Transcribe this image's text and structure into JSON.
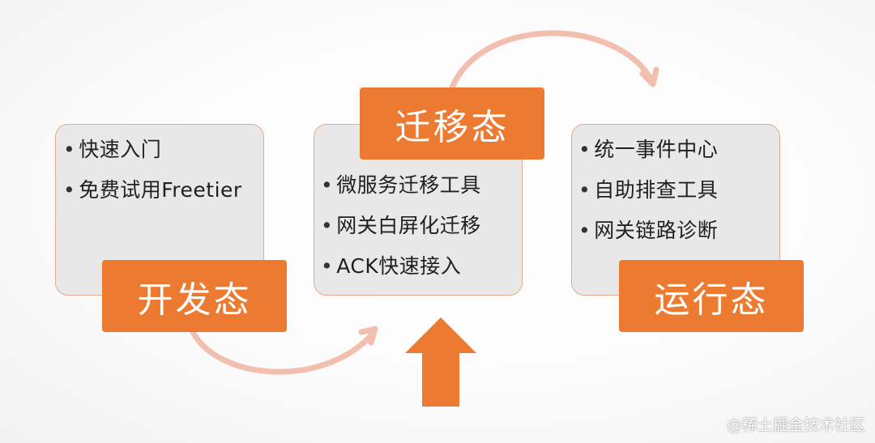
{
  "stages": [
    {
      "label": "开发态",
      "items": [
        "快速入门",
        "免费试用Freetier"
      ]
    },
    {
      "label": "迁移态",
      "items": [
        "微服务迁移工具",
        "网关白屏化迁移",
        "ACK快速接入"
      ]
    },
    {
      "label": "运行态",
      "items": [
        "统一事件中心",
        "自助排查工具",
        "网关链路诊断"
      ]
    }
  ],
  "watermark": "@稀土掘金技术社区",
  "colors": {
    "accent": "#ec7a30",
    "card": "#e8e8e8",
    "card_border": "#e9a98a",
    "curve": "#f2bfae"
  }
}
